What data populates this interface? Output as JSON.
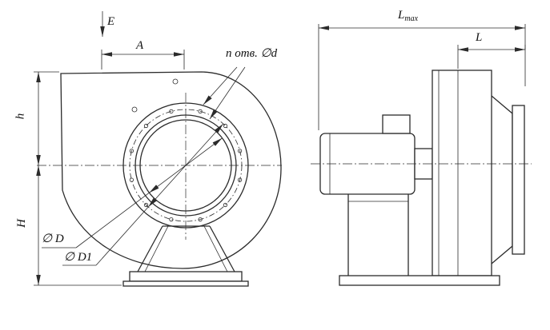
{
  "drawing": {
    "labels": {
      "e": "E",
      "a": "A",
      "holes": "n отв. ∅d",
      "h_small": "h",
      "h_big": "H",
      "dia_d": "∅ D",
      "dia_d1": "∅ D1",
      "l_max_main": "L",
      "l_max_sub": "max",
      "l": "L"
    },
    "colors": {
      "line": "#2b2b2b",
      "background": "#ffffff"
    }
  }
}
